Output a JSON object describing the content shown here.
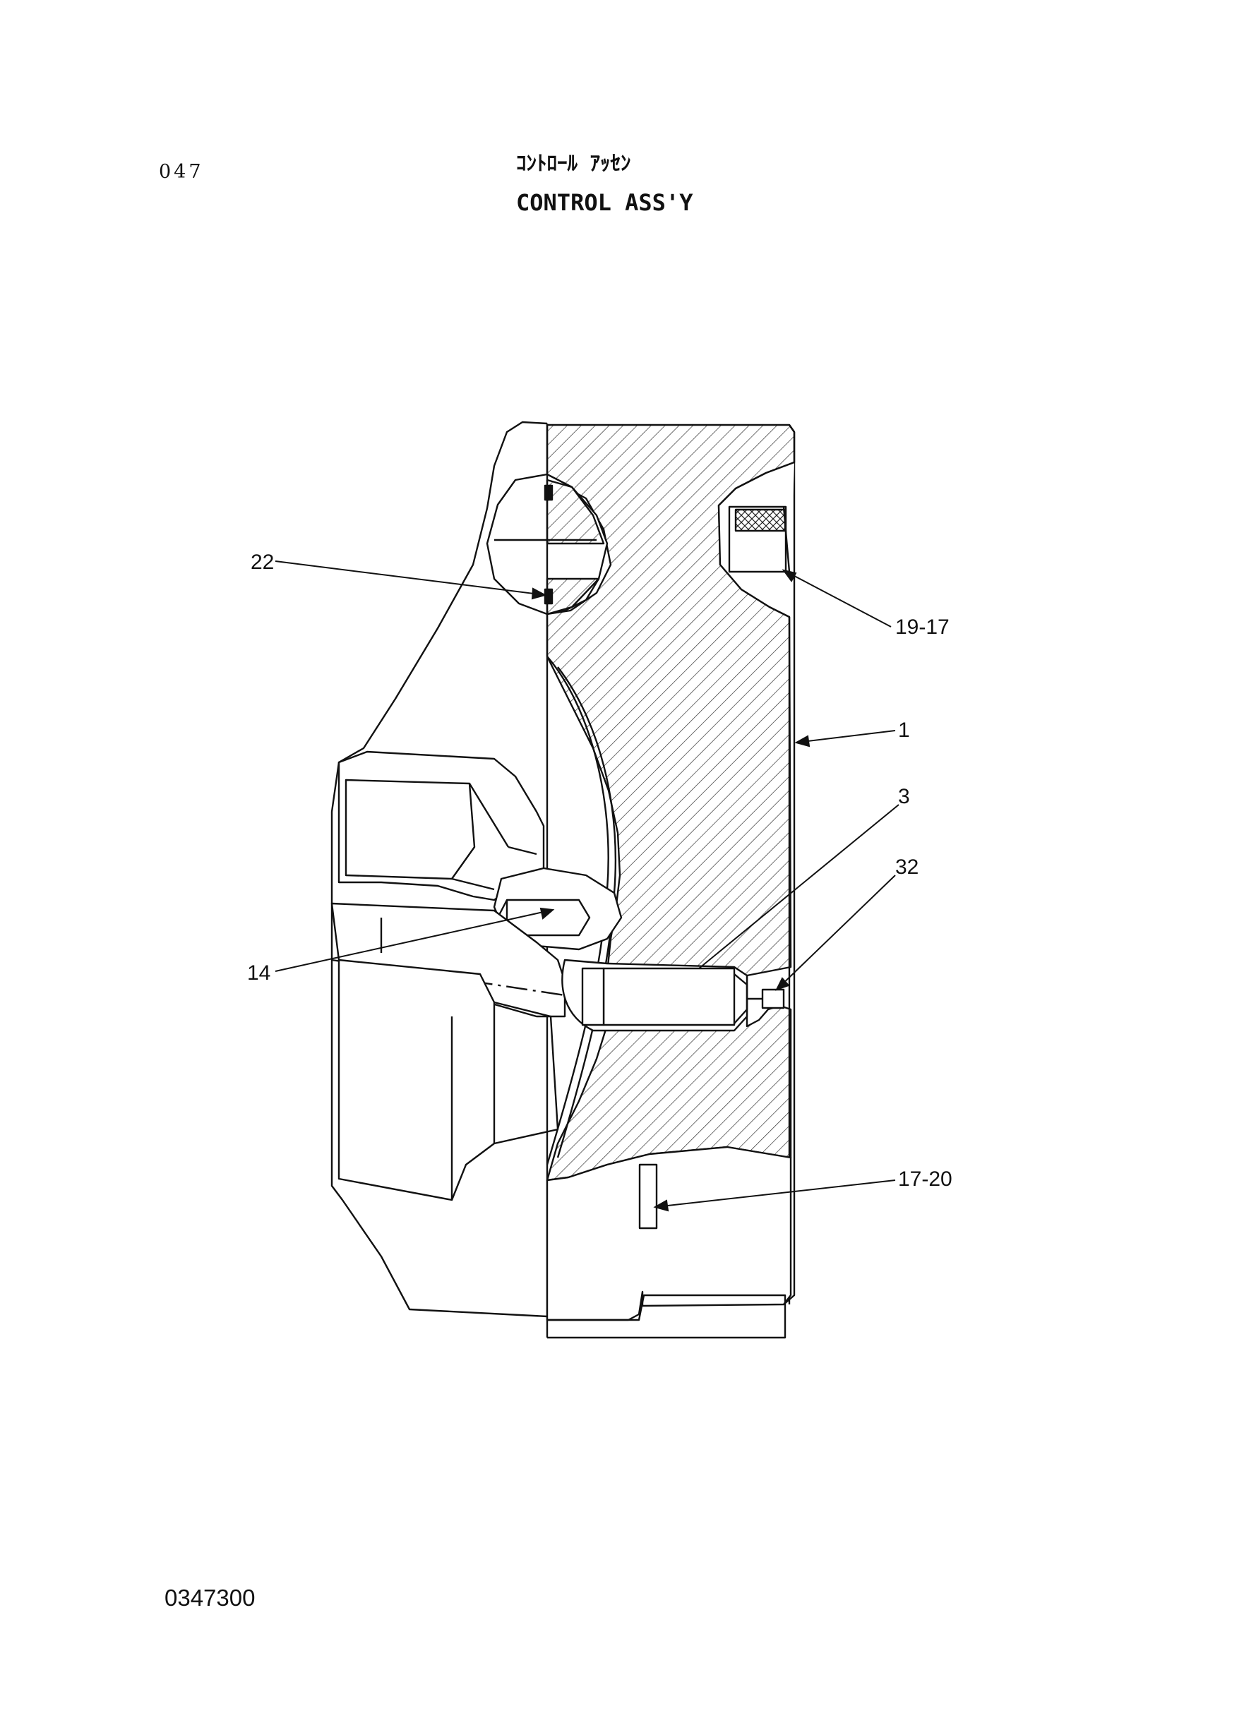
{
  "header": {
    "page_number": "047",
    "title_japanese": "ｺﾝﾄﾛｰﾙ ｱｯｾﾝ",
    "title_english": "CONTROL ASS'Y"
  },
  "drawing": {
    "callouts": [
      {
        "id": "22",
        "label": "22"
      },
      {
        "id": "19-17",
        "label": "19-17"
      },
      {
        "id": "1",
        "label": "1"
      },
      {
        "id": "3",
        "label": "3"
      },
      {
        "id": "32",
        "label": "32"
      },
      {
        "id": "14",
        "label": "14"
      },
      {
        "id": "17-20",
        "label": "17-20"
      }
    ]
  },
  "footer": {
    "drawing_number": "0347300"
  }
}
